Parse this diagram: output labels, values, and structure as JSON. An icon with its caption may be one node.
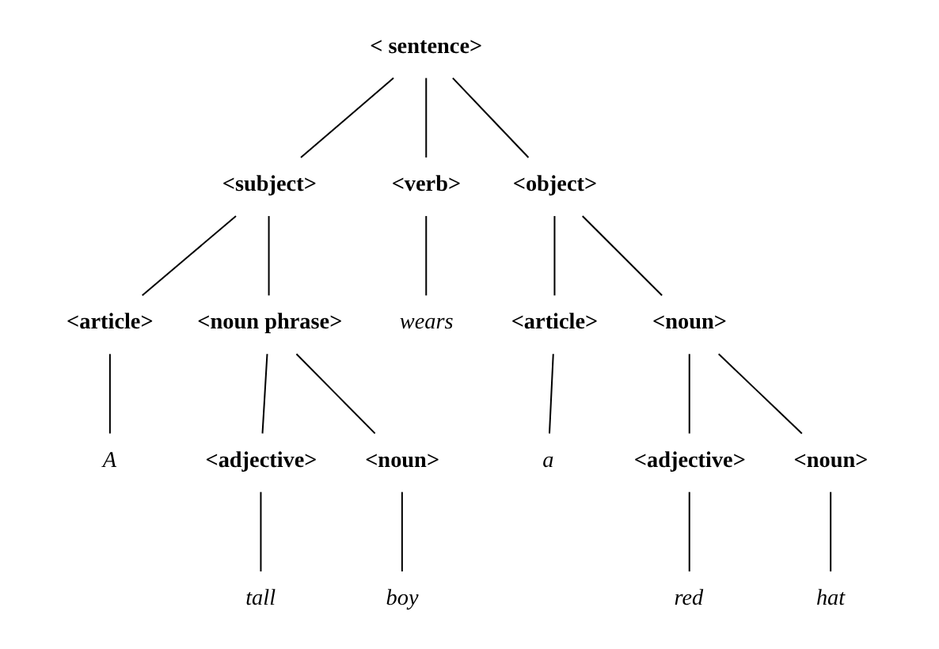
{
  "diagram": {
    "nodes": [
      {
        "text": [
          "< sentence>"
        ]
      },
      {
        "text": [
          "<subject>"
        ]
      },
      {
        "text": [
          "<verb>"
        ]
      },
      {
        "text": [
          "<object>"
        ]
      },
      {
        "text": [
          "<article>"
        ]
      },
      {
        "text": [
          "<noun phrase>"
        ]
      },
      {
        "text": [
          "wears"
        ]
      },
      {
        "text": [
          "<article>"
        ]
      },
      {
        "text": [
          "<noun>"
        ]
      },
      {
        "text": [
          "A"
        ]
      },
      {
        "text": [
          "<adjective>"
        ]
      },
      {
        "text": [
          "<noun>"
        ]
      },
      {
        "text": [
          "a"
        ]
      },
      {
        "text": [
          "<adjective>"
        ]
      },
      {
        "text": [
          "<noun>"
        ]
      },
      {
        "text": [
          "tall"
        ]
      },
      {
        "text": [
          "boy"
        ]
      },
      {
        "text": [
          "red"
        ]
      },
      {
        "text": [
          "hat"
        ]
      }
    ],
    "edges": [
      {
        "from": 0,
        "to": 1,
        "arrow": "none"
      },
      {
        "from": 0,
        "to": 2,
        "arrow": "none"
      },
      {
        "from": 0,
        "to": 3,
        "arrow": "none"
      },
      {
        "from": 1,
        "to": 4,
        "arrow": "none"
      },
      {
        "from": 1,
        "to": 5,
        "arrow": "none"
      },
      {
        "from": 2,
        "to": 6,
        "arrow": "none"
      },
      {
        "from": 3,
        "to": 7,
        "arrow": "none"
      },
      {
        "from": 3,
        "to": 8,
        "arrow": "none"
      },
      {
        "from": 4,
        "to": 9,
        "arrow": "none"
      },
      {
        "from": 5,
        "to": 10,
        "arrow": "none"
      },
      {
        "from": 5,
        "to": 11,
        "arrow": "none"
      },
      {
        "from": 7,
        "to": 12,
        "arrow": "none"
      },
      {
        "from": 8,
        "to": 13,
        "arrow": "none"
      },
      {
        "from": 8,
        "to": 14,
        "arrow": "none"
      },
      {
        "from": 10,
        "to": 15,
        "arrow": "none"
      },
      {
        "from": 11,
        "to": 16,
        "arrow": "none"
      },
      {
        "from": 13,
        "to": 17,
        "arrow": "none"
      },
      {
        "from": 14,
        "to": 18,
        "arrow": "none"
      }
    ]
  }
}
